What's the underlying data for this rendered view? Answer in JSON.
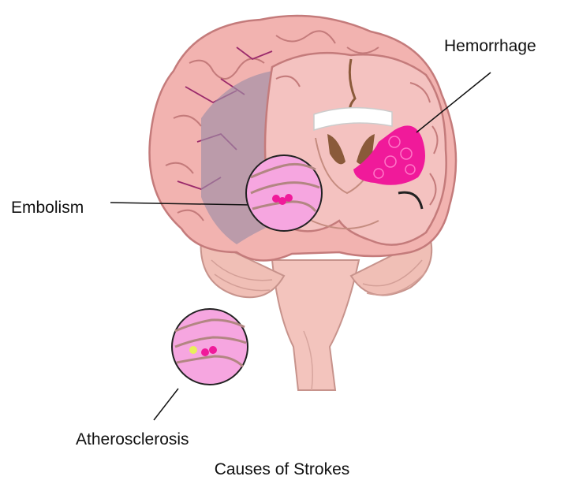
{
  "labels": {
    "hemorrhage": "Hemorrhage",
    "embolism": "Embolism",
    "atherosclerosis": "Atherosclerosis"
  },
  "caption": "Causes of Strokes",
  "colors": {
    "brain_outer": "#f2b3b0",
    "brain_inner": "#f4c2c0",
    "cortex_stroke": "#c47b7b",
    "blood_vessel": "#9b2a6b",
    "ischemic_area": "#9d8fa8",
    "hemorrhage": "#f01a9a",
    "magnifier_fill": "#f6a6e0",
    "ventricle": "#8a5a3a",
    "brainstem": "#f3c4bd"
  },
  "icons": [
    "magnifier-circle-embolism",
    "magnifier-circle-atherosclerosis"
  ]
}
